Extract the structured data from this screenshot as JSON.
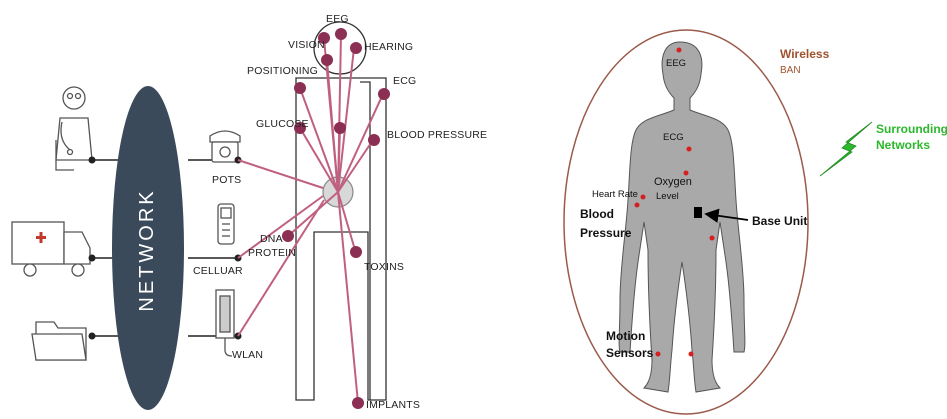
{
  "left_diagram": {
    "network_label": "NETWORK",
    "devices": {
      "pots": "POTS",
      "cellular": "CELLUAR",
      "wlan": "WLAN"
    },
    "sensors": {
      "eeg": "EEG",
      "vision": "VISION",
      "hearing": "HEARING",
      "positioning": "POSITIONING",
      "ecg": "ECG",
      "glucose": "GLUCOSE",
      "blood_pressure": "BLOOD PRESSURE",
      "dna": "DNA",
      "protein": "PROTEIN",
      "toxins": "TOXINS",
      "implants": "IMPLANTS"
    },
    "colors": {
      "network": "#3a4a5a",
      "sensor": "#8b2f55",
      "line": "#c06080",
      "hub": "#d8d8d8"
    }
  },
  "right_diagram": {
    "wireless_line1": "Wireless",
    "wireless_line2": "BAN",
    "surrounding_line1": "Surrounding",
    "surrounding_line2": "Networks",
    "labels": {
      "eeg": "EEG",
      "ecg": "ECG",
      "oxygen": "Oxygen",
      "level": "Level",
      "heart_rate": "Heart Rate",
      "blood": "Blood",
      "pressure": "Pressure",
      "base_unit": "Base Unit",
      "motion": "Motion",
      "sensors": "Sensors"
    },
    "colors": {
      "body": "#a9a9a9",
      "ellipse": "#9b5a4a",
      "wireless": "#a0522d",
      "lightning": "#2db82d",
      "dots": "#d62020"
    }
  }
}
